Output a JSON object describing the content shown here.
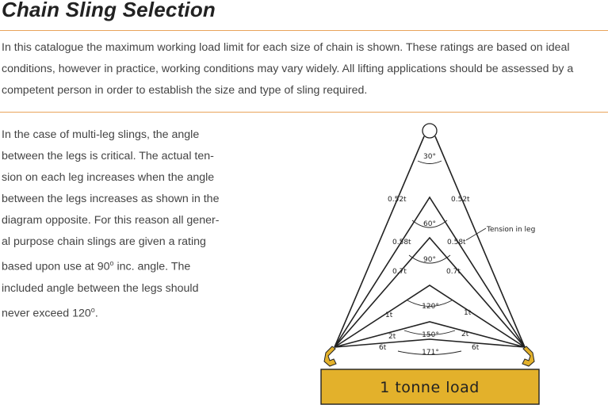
{
  "page": {
    "title": "Chain Sling Selection",
    "intro": "In this catalogue the maximum working load limit for each size of chain is shown. These ratings are based on ideal conditions, however in practice, working conditions may vary widely. All lifting applications should be assessed by a competent person in order to establish the size and type of sling required.",
    "body_lines": [
      "In the case of multi-leg slings, the angle",
      "between the legs is critical. The actual ten-",
      "sion on each leg increases when the angle",
      "between the legs increases as shown in the",
      "diagram opposite. For this reason all gener-",
      "al purpose chain slings are given a rating",
      "based upon use at 90",
      "inc. angle. The",
      "included angle between the legs should",
      "never exceed 120",
      "."
    ],
    "degree_mark": "o"
  },
  "diagram": {
    "load_label": "1 tonne load",
    "tension_caption": "Tension in leg",
    "angles": [
      "30°",
      "60°",
      "90°",
      "120°",
      "150°",
      "171°"
    ],
    "tensions": [
      "0.52t",
      "0.58t",
      "0.7t",
      "1t",
      "2t",
      "6t"
    ],
    "colors": {
      "load_fill": "#e3b12b",
      "line": "#222222",
      "rule": "#e9a35b"
    }
  }
}
